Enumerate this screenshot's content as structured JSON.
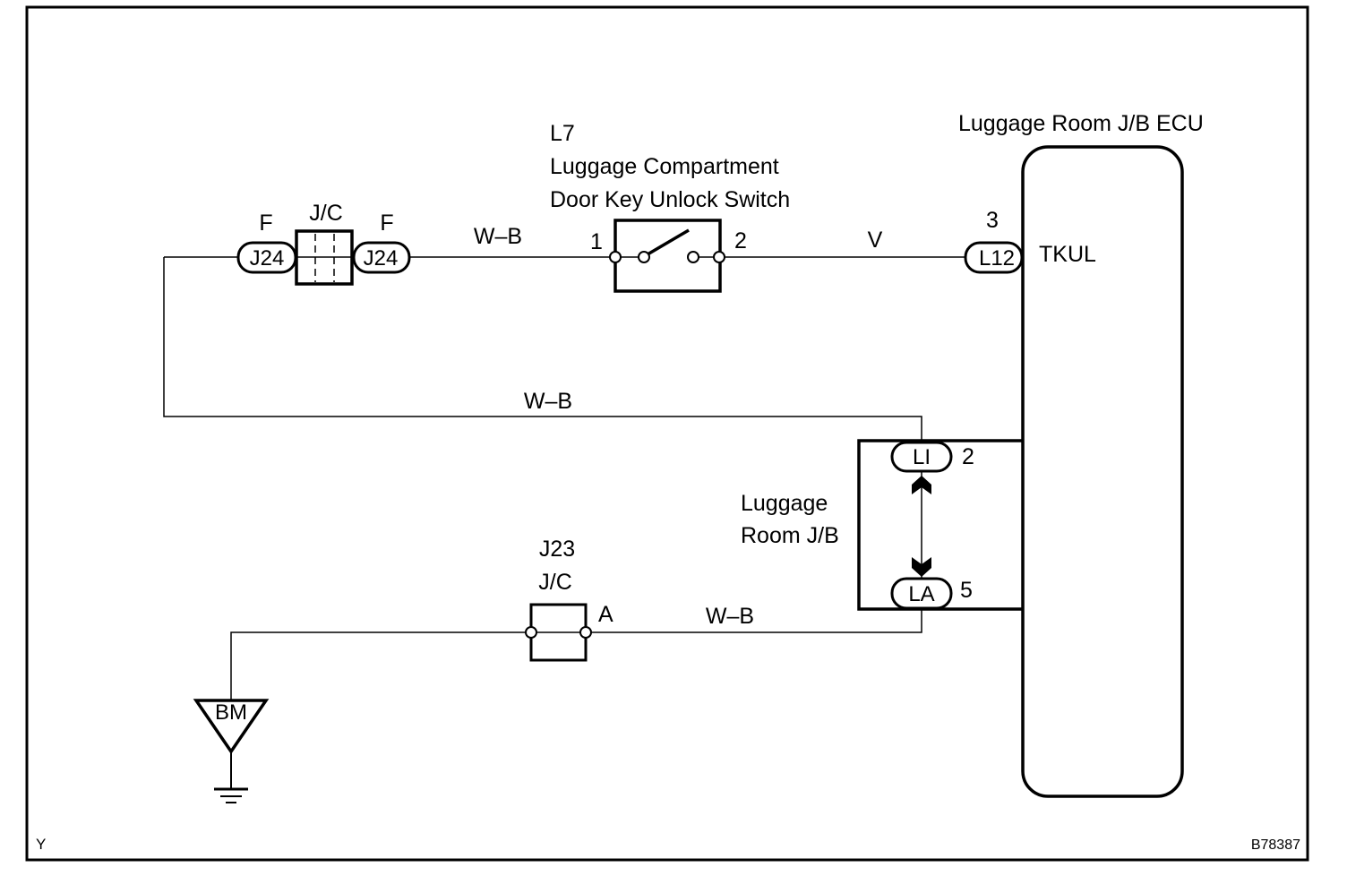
{
  "diagram": {
    "figure_id": "B78387",
    "corner_label": "Y",
    "colors": {
      "line": "#000000",
      "background": "#ffffff"
    },
    "components": {
      "ecu": {
        "title": "Luggage Room J/B ECU",
        "pin_number": "3",
        "connector": "L12",
        "signal": "TKUL"
      },
      "switch": {
        "code": "L7",
        "name_line1": "Luggage Compartment",
        "name_line2": "Door Key Unlock Switch",
        "pin1": "1",
        "pin2": "2"
      },
      "jc_top": {
        "label": "J/C",
        "left_side": "F",
        "right_side": "F",
        "left_connector": "J24",
        "right_connector": "J24"
      },
      "jb": {
        "name_line1": "Luggage",
        "name_line2": "Room J/B",
        "top_connector": "LI",
        "top_pin": "2",
        "bottom_connector": "LA",
        "bottom_pin": "5"
      },
      "jc_bottom": {
        "code": "J23",
        "label": "J/C",
        "side": "A"
      },
      "ground": {
        "label": "BM"
      }
    },
    "wires": [
      {
        "id": "jc-to-switch",
        "color": "W–B"
      },
      {
        "id": "switch-to-ecu",
        "color": "V"
      },
      {
        "id": "loop-to-jb",
        "color": "W–B"
      },
      {
        "id": "jb-to-j23",
        "color": "W–B"
      }
    ]
  }
}
